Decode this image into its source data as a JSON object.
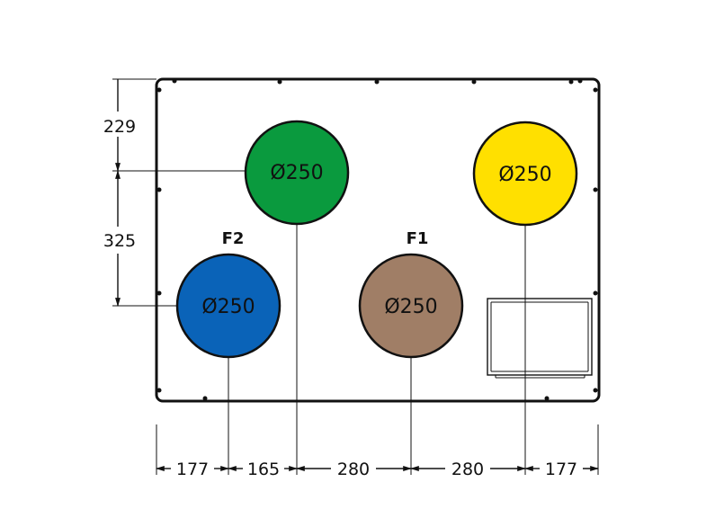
{
  "circles": {
    "green": {
      "label": "Ø250",
      "color": "#0a9a3e"
    },
    "yellow": {
      "label": "Ø250",
      "color": "#ffe000"
    },
    "blue": {
      "label": "Ø250",
      "color": "#0a63b8"
    },
    "brown": {
      "label": "Ø250",
      "color": "#a07e66"
    }
  },
  "fan_labels": {
    "f1": "F1",
    "f2": "F2"
  },
  "vertical_dims": {
    "top": "229",
    "middle": "325"
  },
  "horizontal_dims": [
    "177",
    "165",
    "280",
    "280",
    "177"
  ]
}
